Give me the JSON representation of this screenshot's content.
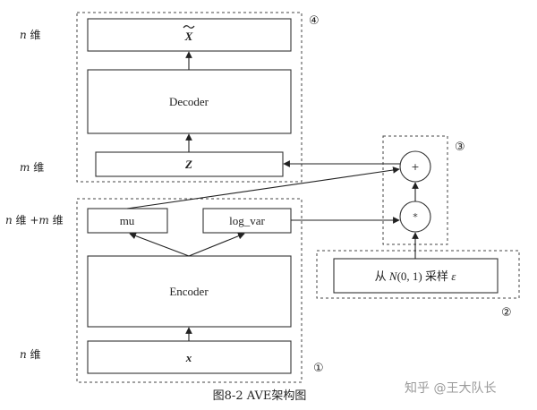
{
  "side_labels": {
    "n_top": {
      "var": "n",
      "text": " 维"
    },
    "m": {
      "var": "m",
      "text": " 维"
    },
    "n_plus_m": {
      "var1": "n",
      "mid": " 维 +",
      "var2": "m",
      "text": " 维"
    },
    "n_bottom": {
      "var": "n",
      "text": " 维"
    }
  },
  "blocks": {
    "x_hat": "X",
    "decoder": "Decoder",
    "z": "Z",
    "mu": "mu",
    "log_var": "log_var",
    "encoder": "Encoder",
    "x": "x"
  },
  "operators": {
    "plus": "+",
    "times": "*"
  },
  "sample_box": {
    "prefix": "从 ",
    "dist": "N",
    "args": "(0, 1) 采样 ",
    "eps": "ε"
  },
  "markers": {
    "m1": "①",
    "m2": "②",
    "m3": "③",
    "m4": "④"
  },
  "caption": "图8-2 AVE架构图",
  "watermark": "知乎 @王大队长"
}
